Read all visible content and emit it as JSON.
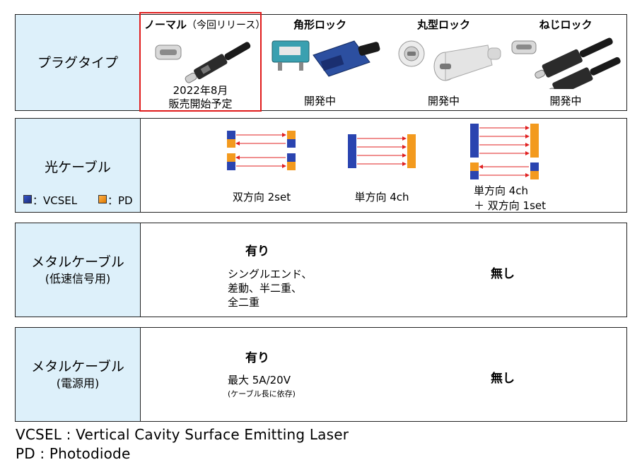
{
  "plug": {
    "label": "プラグタイプ",
    "options": [
      {
        "title": "ノーマル",
        "title_suffix": "（今回リリース）",
        "status_line1": "2022年8月",
        "status_line2": "販売開始予定"
      },
      {
        "title": "角形ロック",
        "status": "開発中"
      },
      {
        "title": "丸型ロック",
        "status": "開発中"
      },
      {
        "title": "ねじロック",
        "status": "開発中"
      }
    ]
  },
  "optical": {
    "label": "光ケーブル",
    "legend_vcsel": "：VCSEL",
    "legend_pd": "：PD",
    "config1": "双方向 2set",
    "config2": "単方向 4ch",
    "config3_line1": "単方向 4ch",
    "config3_line2": "＋ 双方向 1set"
  },
  "metal_signal": {
    "label_line1": "メタルケーブル",
    "label_line2": "(低速信号用)",
    "yes": "有り",
    "detail_line1": "シングルエンド、",
    "detail_line2": "差動、半二重、",
    "detail_line3": "全二重",
    "no": "無し"
  },
  "metal_power": {
    "label_line1": "メタルケーブル",
    "label_line2": "(電源用)",
    "yes": "有り",
    "detail_line1": "最大 5A/20V",
    "detail_line2": "(ケーブル長に依存)",
    "no": "無し"
  },
  "footer": {
    "line1": "VCSEL : Vertical Cavity Surface Emitting Laser",
    "line2": "PD : Photodiode"
  },
  "colors": {
    "label_bg": "#ddf0fa",
    "highlight": "#e01b1b",
    "vcsel": "#2a44b0",
    "pd": "#f39a1e",
    "arrow": "#e02020"
  }
}
